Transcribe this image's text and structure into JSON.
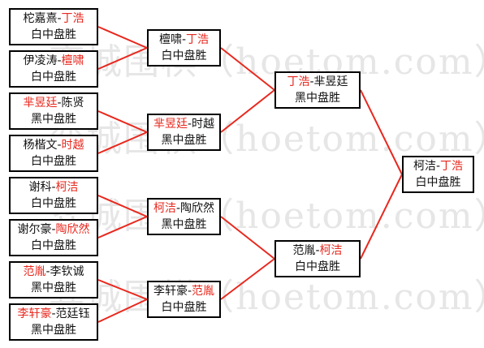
{
  "colors": {
    "winner_text": "#e8281e",
    "normal_text": "#111111",
    "connector": "#e8281e",
    "box_border": "#000000",
    "watermark": "#e6e6e6"
  },
  "watermark": "弈城围棋（hoetom.com）",
  "rounds": {
    "round1": [
      {
        "left": "柁嘉熹",
        "right": "丁浩",
        "winner": "right",
        "result": "白中盘胜"
      },
      {
        "left": "伊凌涛",
        "right": "檀啸",
        "winner": "right",
        "result": "白中盘胜"
      },
      {
        "left": "芈昱廷",
        "right": "陈贤",
        "winner": "left",
        "result": "黑中盘胜"
      },
      {
        "left": "杨楷文",
        "right": "时越",
        "winner": "right",
        "result": "白中盘胜"
      },
      {
        "left": "谢科",
        "right": "柯洁",
        "winner": "right",
        "result": "白中盘胜"
      },
      {
        "left": "谢尔豪",
        "right": "陶欣然",
        "winner": "right",
        "result": "白中盘胜"
      },
      {
        "left": "范胤",
        "right": "李钦诚",
        "winner": "left",
        "result": "黑中盘胜"
      },
      {
        "left": "李轩豪",
        "right": "范廷钰",
        "winner": "left",
        "result": "黑中盘胜"
      }
    ],
    "round2": [
      {
        "left": "檀啸",
        "right": "丁浩",
        "winner": "right",
        "result": "白中盘胜"
      },
      {
        "left": "芈昱廷",
        "right": "时越",
        "winner": "left",
        "result": "黑中盘胜"
      },
      {
        "left": "柯洁",
        "right": "陶欣然",
        "winner": "left",
        "result": "黑中盘胜"
      },
      {
        "left": "李轩豪",
        "right": "范胤",
        "winner": "right",
        "result": "白中盘胜"
      }
    ],
    "round3": [
      {
        "left": "丁浩",
        "right": "芈昱廷",
        "winner": "left",
        "result": "黑中盘胜"
      },
      {
        "left": "范胤",
        "right": "柯洁",
        "winner": "right",
        "result": "白中盘胜"
      }
    ],
    "final": [
      {
        "left": "柯洁",
        "right": "丁浩",
        "winner": "right",
        "result": "白中盘胜"
      }
    ]
  }
}
